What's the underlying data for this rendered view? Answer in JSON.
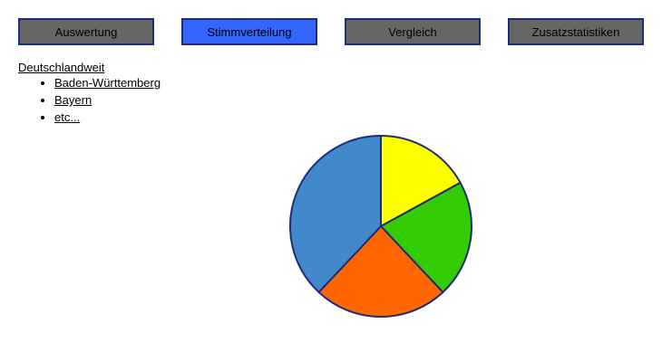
{
  "tabs": [
    {
      "label": "Auswertung",
      "active": false
    },
    {
      "label": "Stimmverteilung",
      "active": true
    },
    {
      "label": "Vergleich",
      "active": false
    },
    {
      "label": "Zusatzstatistiken",
      "active": false
    }
  ],
  "regions": {
    "root": "Deutschlandweit",
    "items": [
      "Baden-Württemberg",
      "Bayern",
      "etc..."
    ]
  },
  "colors": {
    "tab_active": "#3366ff",
    "tab_inactive": "#666666",
    "border": "#1c2d7a"
  },
  "chart_data": {
    "type": "pie",
    "values": [
      17,
      21,
      24,
      38
    ],
    "colors": [
      "#ffff00",
      "#33cc00",
      "#ff6600",
      "#4488cc"
    ],
    "start_angle_deg": 0,
    "direction": "clockwise"
  }
}
